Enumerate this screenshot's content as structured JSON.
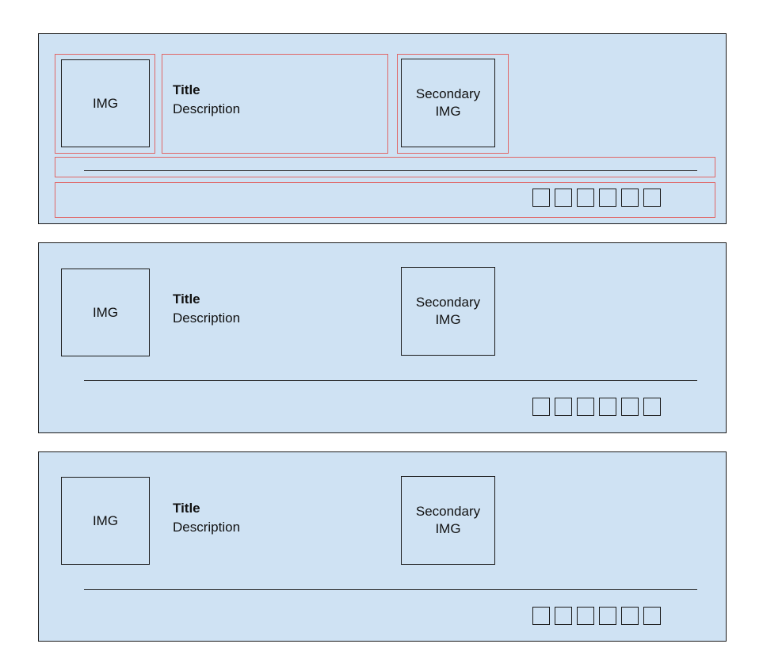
{
  "colors": {
    "card_background": "#cfe2f3",
    "outline": "#1a1a1a",
    "region_highlight": "#e06666"
  },
  "cards": [
    {
      "img_label": "IMG",
      "title": "Title",
      "description": "Description",
      "secondary_img_label": "Secondary IMG",
      "thumbnail_count": 6,
      "regions_highlighted": true
    },
    {
      "img_label": "IMG",
      "title": "Title",
      "description": "Description",
      "secondary_img_label": "Secondary IMG",
      "thumbnail_count": 6,
      "regions_highlighted": false
    },
    {
      "img_label": "IMG",
      "title": "Title",
      "description": "Description",
      "secondary_img_label": "Secondary IMG",
      "thumbnail_count": 6,
      "regions_highlighted": false
    }
  ]
}
